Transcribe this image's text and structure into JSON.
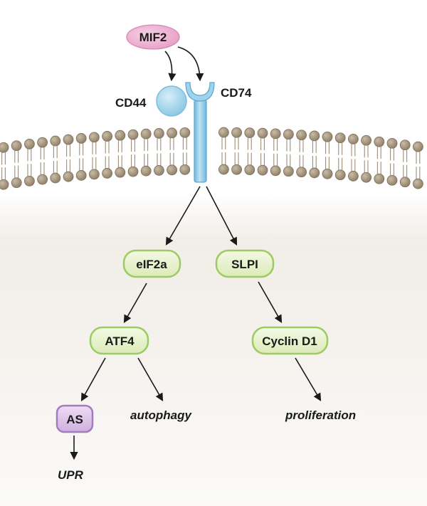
{
  "ligand": {
    "label": "MIF2",
    "color": "#e8a0c8"
  },
  "receptors": {
    "cd44": {
      "label": "CD44",
      "color": "#a8d8ee"
    },
    "cd74": {
      "label": "CD74",
      "color": "#8ccbe8"
    }
  },
  "membrane": {
    "lipid_head_color": "#a89880"
  },
  "pathway_left": {
    "step1": "eIF2a",
    "step2": "ATF4",
    "branch_a": "AS",
    "branch_a_outcome": "UPR",
    "branch_b_outcome": "autophagy"
  },
  "pathway_right": {
    "step1": "SLPI",
    "step2": "Cyclin D1",
    "outcome": "proliferation"
  },
  "colors": {
    "node_fill": "#e6f1c7",
    "node_stroke": "#9ccb62",
    "as_fill": "#ddc2e8",
    "as_stroke": "#a27cc0",
    "arrow": "#1a1a1a"
  }
}
